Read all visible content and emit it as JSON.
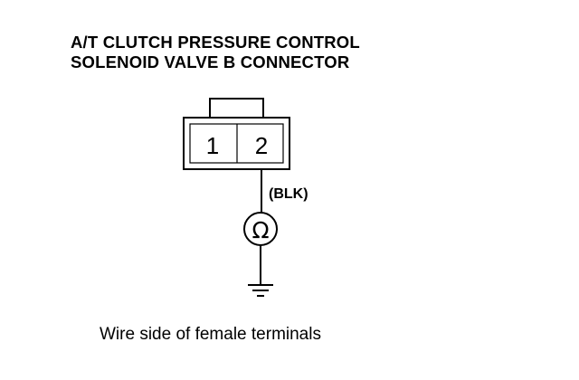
{
  "title": {
    "line1": "A/T CLUTCH PRESSURE CONTROL",
    "line2": "SOLENOID VALVE B CONNECTOR"
  },
  "connector": {
    "terminals": [
      "1",
      "2"
    ]
  },
  "wire": {
    "color_label": "(BLK)"
  },
  "meter": {
    "symbol": "Ω",
    "icon": "ohmmeter-icon"
  },
  "ground": {
    "icon": "ground-icon"
  },
  "caption": "Wire side of female terminals"
}
